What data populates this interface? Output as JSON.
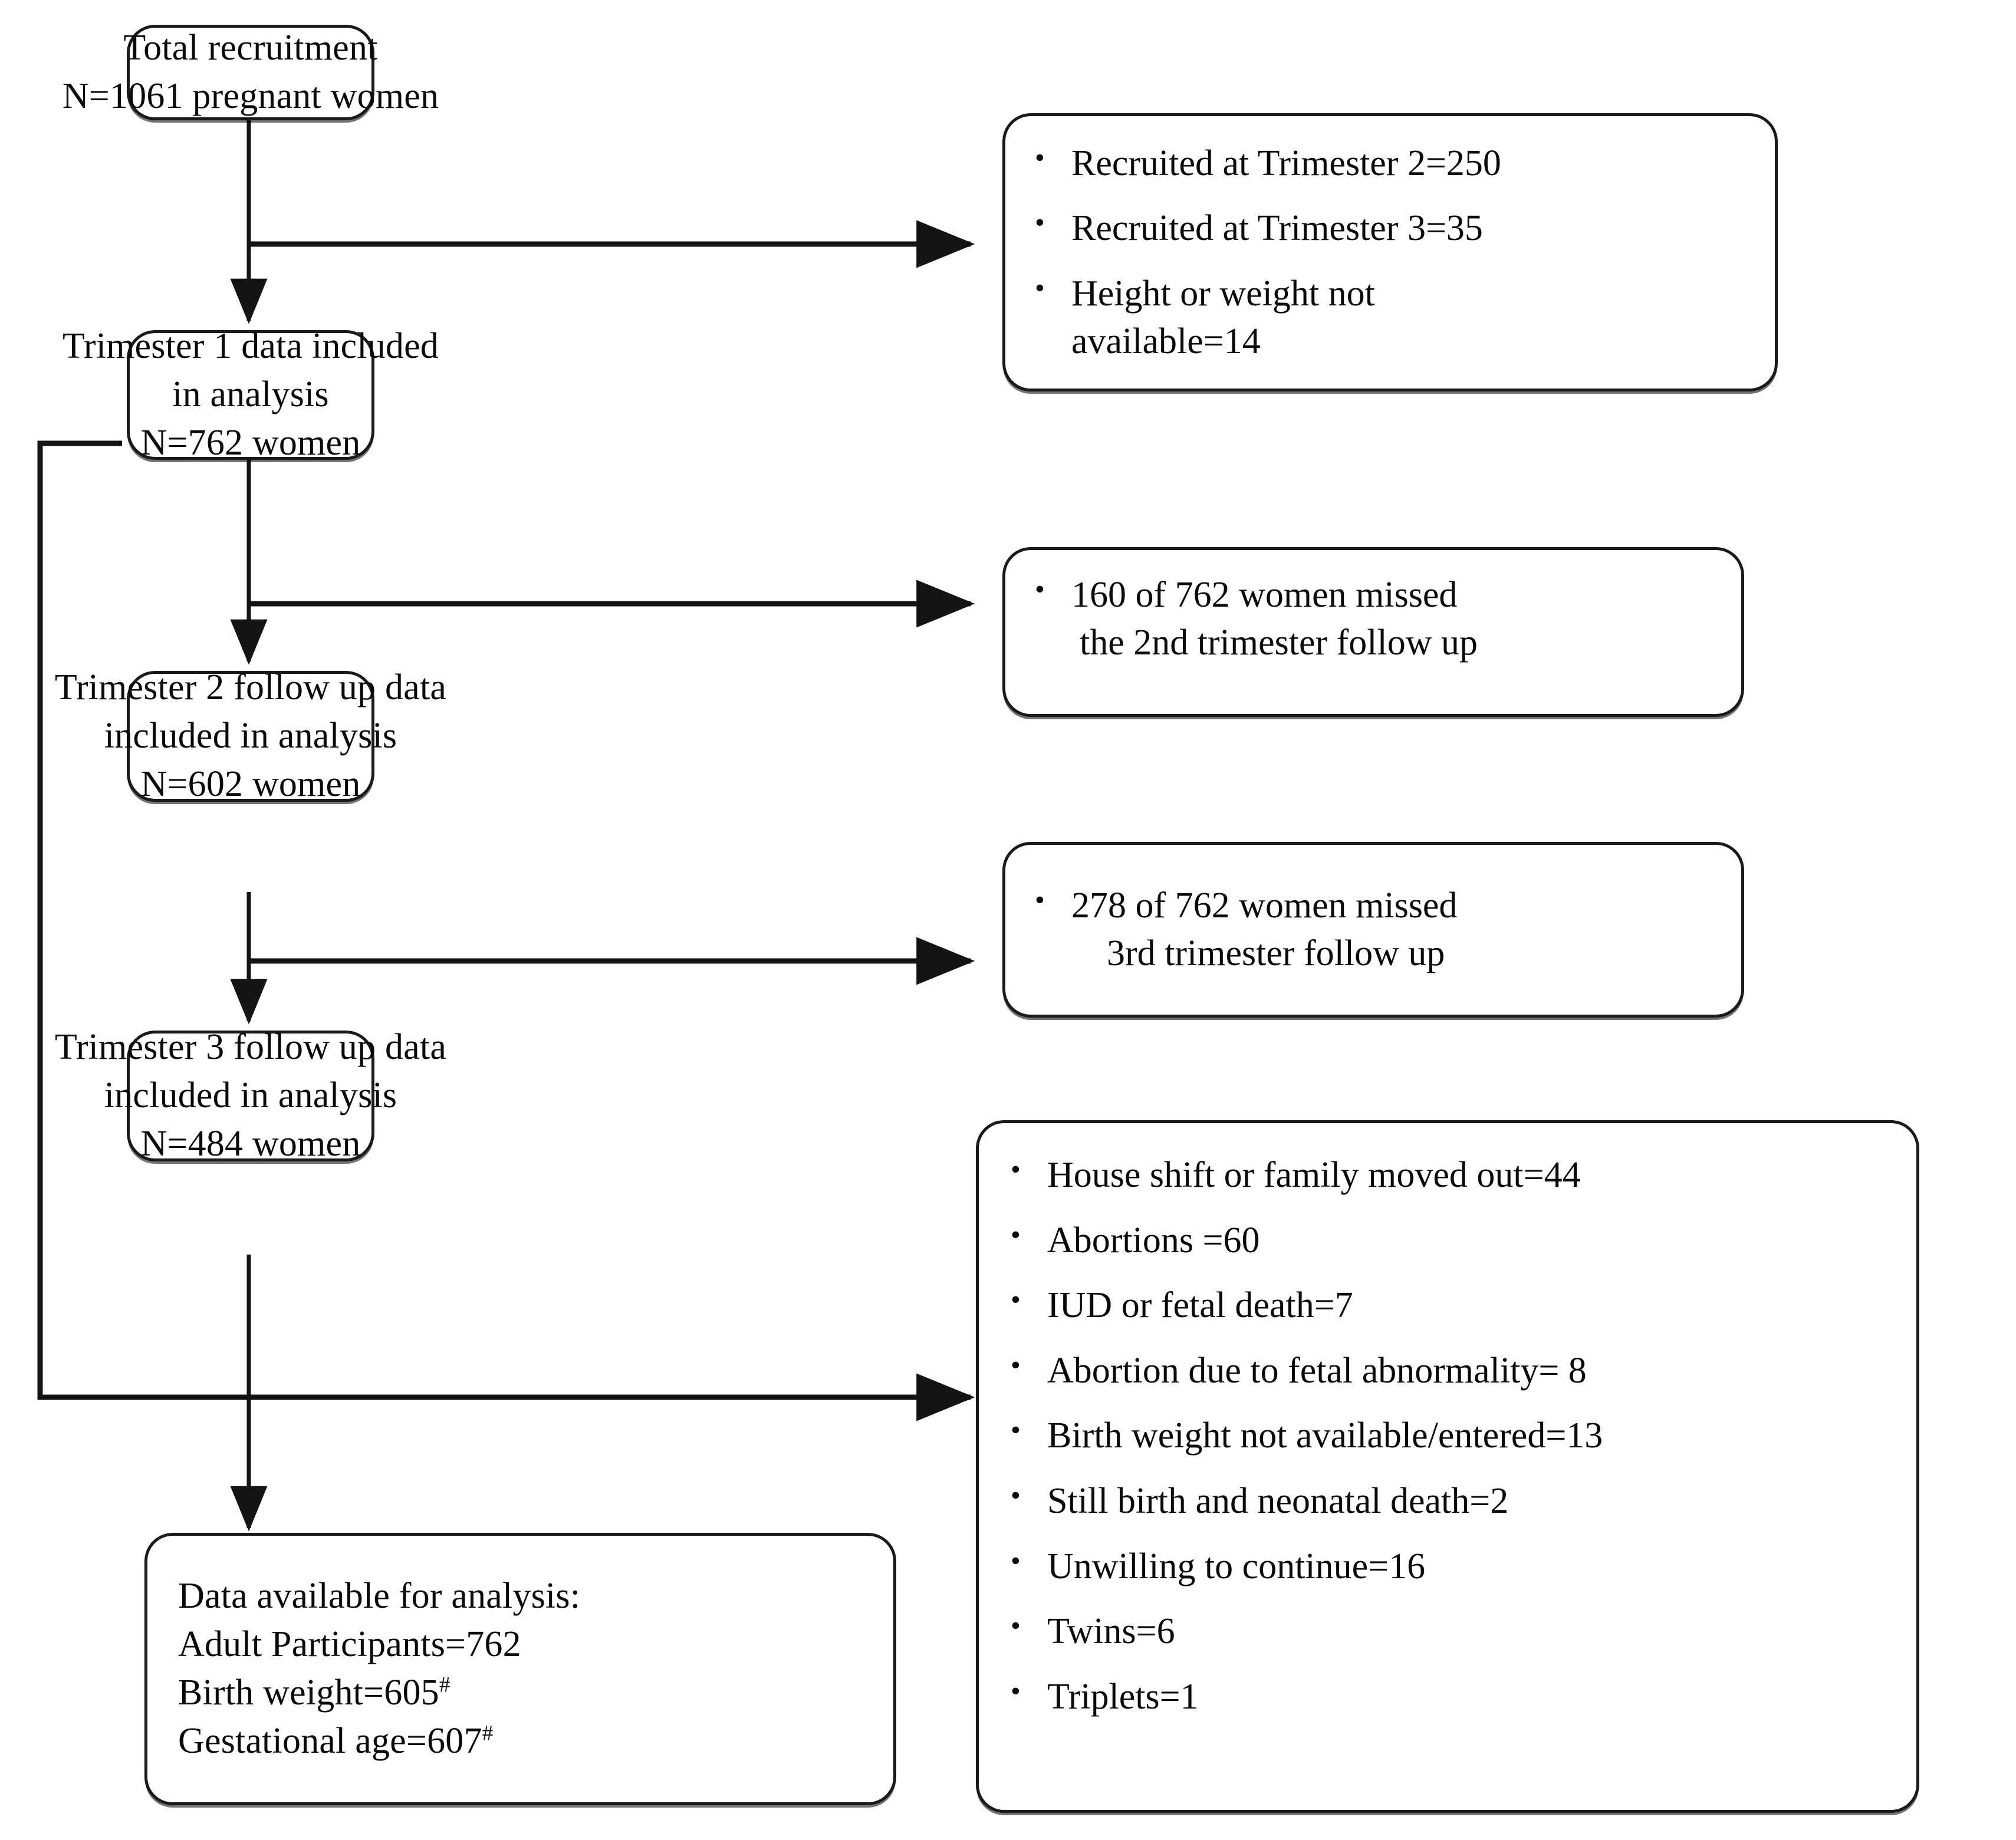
{
  "diagram": {
    "title": "Participant flow through pregnancy cohort study",
    "line_color": "#1a1a1a",
    "background": "#ffffff"
  },
  "nodes": {
    "total_recruitment": {
      "line1": "Total recruitment",
      "line2": "N=1061 pregnant women"
    },
    "trimester1": {
      "line1": "Trimester 1 data included",
      "line2": "in analysis",
      "line3": "N=762 women"
    },
    "trimester2": {
      "line1": "Trimester 2 follow up data",
      "line2": "included in analysis",
      "line3": "N=602 women"
    },
    "trimester3": {
      "line1": "Trimester 3 follow up data",
      "line2": "included in analysis",
      "line3": "N=484 women"
    },
    "final_analysis": {
      "line1": "Data available for analysis:",
      "line2": "Adult Participants=762",
      "line3_prefix": "Birth weight=605",
      "line3_sup": "#",
      "line4_prefix": "Gestational age=607",
      "line4_sup": "#"
    }
  },
  "exclusions": {
    "recruitment": {
      "bullets": [
        {
          "line1": "Recruited at Trimester 2=250"
        },
        {
          "line1": "Recruited at Trimester 3=35"
        },
        {
          "line1": "Height or weight not",
          "line2": "available=14"
        }
      ]
    },
    "trimester2_loss": {
      "bullets": [
        {
          "line1": "160 of 762 women missed",
          "line2": "the 2nd trimester follow up"
        }
      ]
    },
    "trimester3_loss": {
      "bullets": [
        {
          "line1": "278 of 762 women missed",
          "line2": "3rd trimester follow up"
        }
      ]
    },
    "final_loss": {
      "bullets": [
        {
          "line1": "House shift or family moved out=44"
        },
        {
          "line1": "Abortions =60"
        },
        {
          "line1": "IUD or fetal death=7"
        },
        {
          "line1": "Abortion due to fetal abnormality= 8"
        },
        {
          "line1": "Birth weight not available/entered=13"
        },
        {
          "line1": "Still birth and neonatal death=2"
        },
        {
          "line1": "Unwilling to continue=16"
        },
        {
          "line1": "Twins=6"
        },
        {
          "line1": "Triplets=1"
        }
      ]
    }
  },
  "symbols": {
    "bullet_glyph": "•"
  }
}
